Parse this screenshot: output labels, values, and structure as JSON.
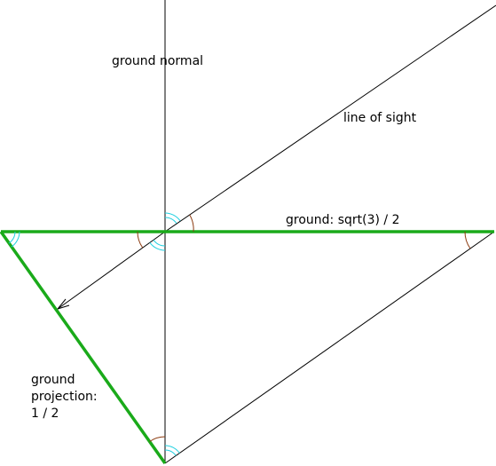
{
  "labels": {
    "ground_normal": "ground normal",
    "line_of_sight": "line of sight",
    "ground": "ground: sqrt(3) / 2",
    "ground_projection_line1": "ground",
    "ground_projection_line2": "projection:",
    "ground_projection_line3": "1 / 2"
  },
  "colors": {
    "ground": "#1aaa1a",
    "thin_line": "#000000",
    "angle_arc_brown": "#8b3a0f",
    "angle_arc_cyan": "#20d0e0",
    "background": "#ffffff"
  }
}
